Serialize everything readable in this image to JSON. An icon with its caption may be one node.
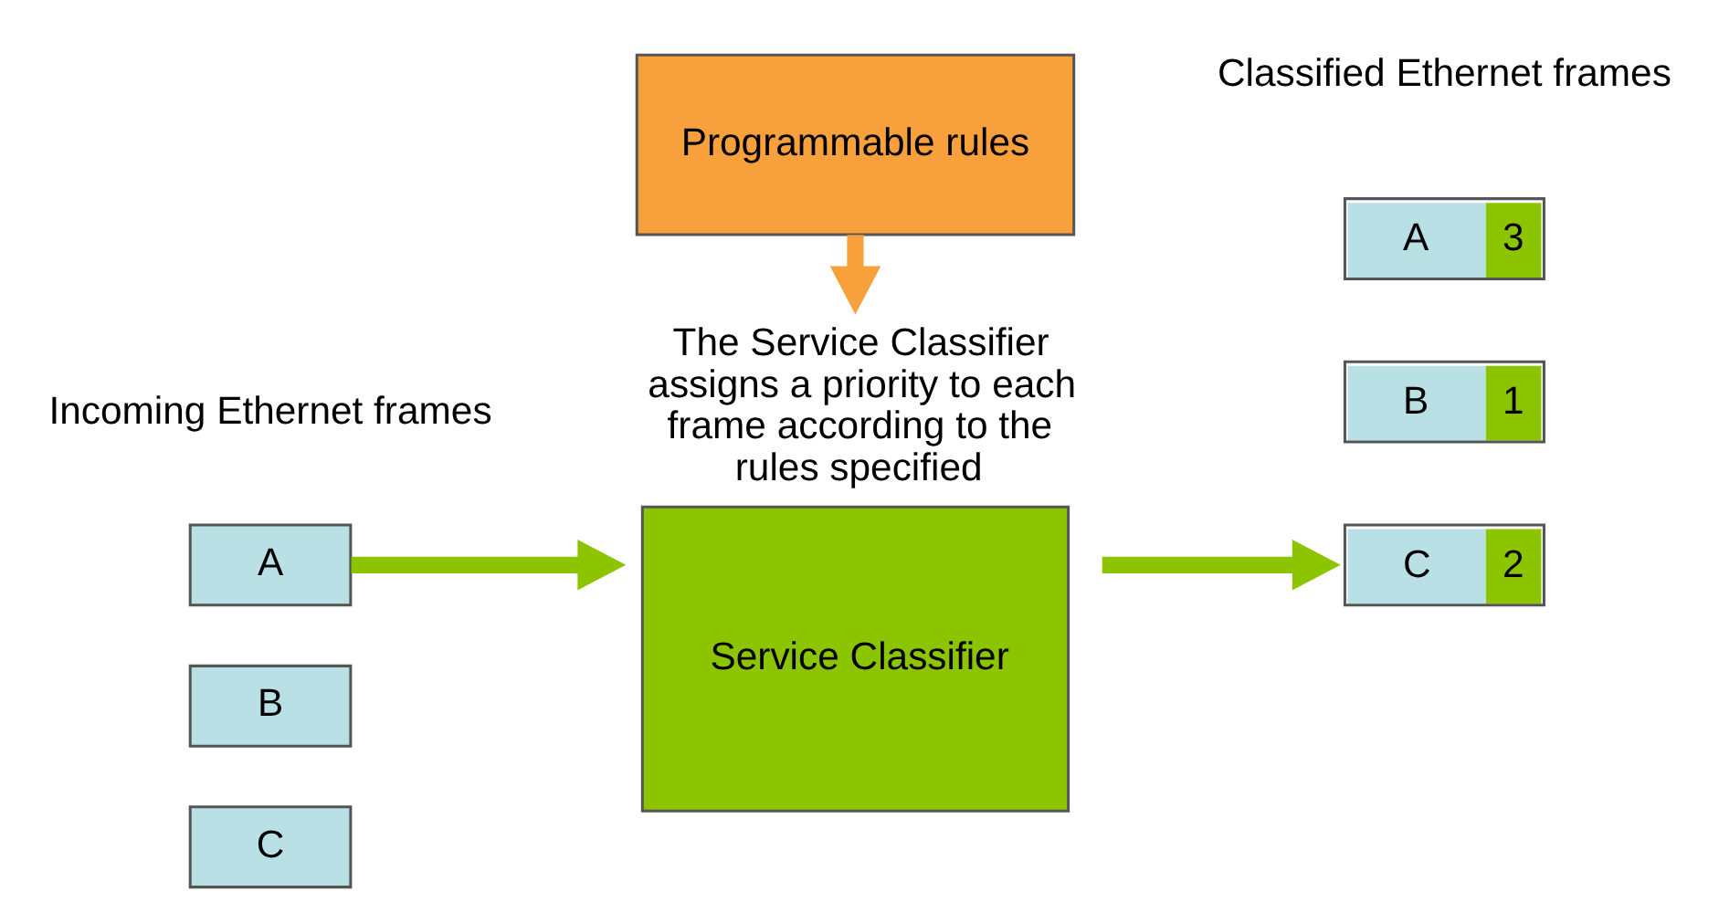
{
  "diagram": {
    "nodes": [
      {
        "text": [
          "C"
        ]
      },
      {
        "text": [
          "B"
        ]
      },
      {
        "text": [
          "A"
        ]
      },
      {
        "text": [
          "Service Classifier"
        ],
        "beside": [
          "The Service Classifier assigns a priority to each frame according to the rules specified"
        ]
      },
      {
        "text": [
          "C",
          "2"
        ]
      },
      {
        "text": [
          "B",
          "1"
        ]
      },
      {
        "text": [
          "A",
          "3"
        ]
      },
      {
        "text": [
          "Programmable rules"
        ]
      }
    ],
    "edges": [
      {
        "from": 2,
        "to": 3,
        "arrow": "to"
      },
      {
        "from": 3,
        "to": 4,
        "arrow": "to"
      },
      {
        "from": 7,
        "to": 3,
        "arrow": "to",
        "color": "#f7a03c"
      }
    ],
    "labels": [
      "Incoming Ethernet frames",
      "Classified Ethernet frames"
    ]
  }
}
